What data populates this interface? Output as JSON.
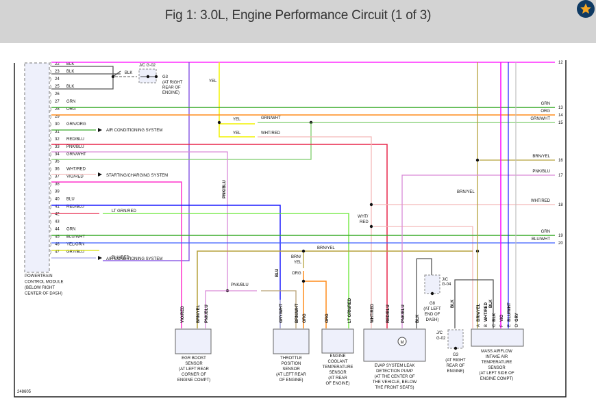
{
  "header": {
    "title": "Fig 1: 3.0L, Engine Performance Circuit (1 of 3)",
    "favorite_icon": "star-icon"
  },
  "diagram": {
    "figure_id": "248605",
    "pcm": {
      "label_lines": [
        "POWERTRAIN",
        "CONTROL MODULE",
        "(BELOW RIGHT",
        "CENTER OF DASH)"
      ],
      "pins": [
        {
          "pin": "22",
          "wire": "BLK"
        },
        {
          "pin": "23",
          "wire": "BLK"
        },
        {
          "pin": "24",
          "wire": ""
        },
        {
          "pin": "25",
          "wire": "BLK"
        },
        {
          "pin": "26",
          "wire": ""
        },
        {
          "pin": "27",
          "wire": "GRN"
        },
        {
          "pin": "28",
          "wire": "ORG"
        },
        {
          "pin": "29",
          "wire": ""
        },
        {
          "pin": "30",
          "wire": "GRN/ORG"
        },
        {
          "pin": "31",
          "wire": ""
        },
        {
          "pin": "32",
          "wire": "RED/BLU"
        },
        {
          "pin": "33",
          "wire": "PNK/BLU"
        },
        {
          "pin": "34",
          "wire": "GRN/WHT"
        },
        {
          "pin": "35",
          "wire": ""
        },
        {
          "pin": "36",
          "wire": "WHT/RED"
        },
        {
          "pin": "37",
          "wire": "VIO/RED"
        },
        {
          "pin": "38",
          "wire": ""
        },
        {
          "pin": "39",
          "wire": ""
        },
        {
          "pin": "40",
          "wire": "BLU"
        },
        {
          "pin": "41",
          "wire": "RED/BLU"
        },
        {
          "pin": "42",
          "wire": ""
        },
        {
          "pin": "43",
          "wire": ""
        },
        {
          "pin": "44",
          "wire": "GRN"
        },
        {
          "pin": "45",
          "wire": "BLU/WHT"
        },
        {
          "pin": "46",
          "wire": "YEL/GRN"
        },
        {
          "pin": "47",
          "wire": "GRY/BLU"
        }
      ]
    },
    "system_refs": {
      "ac1": "AIR CONDITIONING SYSTEM",
      "starting": "STARTING/CHARGING SYSTEM",
      "ac2": "AIR CONDITIONING SYSTEM"
    },
    "wire_labels": {
      "ltgrnred": "LT GRN/RED",
      "blured": "BLU/RED",
      "yel_top": "YEL",
      "yel1": "YEL",
      "yel2": "YEL",
      "grnwht_mid": "GRN/WHT",
      "whtred_mid": "WHT/RED",
      "blk_ground": "BLK",
      "pnkblu_vert": "PNK/BLU",
      "pnkblu_low": "PNK/BLU",
      "blu_vert": "BLU",
      "brnyel_h": "BRN/YEL",
      "brn": "BRN/",
      "yel_sub": "YEL",
      "org_sub": "ORG",
      "wht": "WHT/",
      "red": "RED",
      "brnyel_v": "BRN/YEL",
      "blk_g04": "BLK",
      "blk_maf": "BLK"
    },
    "right_connectors": [
      {
        "pin": "12",
        "wire": ""
      },
      {
        "pin": "13",
        "wire": "GRN"
      },
      {
        "pin": "14",
        "wire": "ORG"
      },
      {
        "pin": "15",
        "wire": "GRN/WHT"
      },
      {
        "pin": "16",
        "wire": "BRN/YEL"
      },
      {
        "pin": "17",
        "wire": "PNK/BLU"
      },
      {
        "pin": "18",
        "wire": "WHT/RED"
      },
      {
        "pin": "19",
        "wire": "GRN"
      },
      {
        "pin": "20",
        "wire": "BLU/WHT"
      }
    ],
    "grounds": {
      "g02_top": {
        "jc": "J/C G-02",
        "ground": "G3",
        "lines": [
          "(AT RIGHT",
          "REAR OF",
          "ENGINE)"
        ]
      },
      "g04": {
        "jc": [
          "J/C",
          "G-04"
        ],
        "ground": "G8",
        "lines": [
          "(AT LEFT",
          "END OF",
          "DASH)"
        ]
      },
      "g02_low": {
        "jc": [
          "J/C",
          "G-02"
        ],
        "ground": "G3",
        "lines": [
          "(AT RIGHT",
          "REAR OF",
          "ENGINE)"
        ]
      }
    },
    "components": {
      "egr": {
        "pins": [
          "VIO/RED",
          "BRN/YEL",
          "PNK/BLU"
        ],
        "lines": [
          "EGR BOOST",
          "SENSOR",
          "(AT LEFT REAR",
          "CORNER OF",
          "ENGINE COMPT)"
        ]
      },
      "tps": {
        "pins": [
          "GRY/WHT",
          "BRN/WHT",
          "ORG"
        ],
        "lines": [
          "THROTTLE",
          "POSITION",
          "SENSOR",
          "(AT LEFT REAR",
          "OF ENGINE)"
        ]
      },
      "ect": {
        "pins": [
          "ORG",
          "LT GRN/RED"
        ],
        "lines": [
          "ENGINE",
          "COOLANT",
          "TEMPERATURE",
          "SENSOR",
          "(AT REAR",
          "OF ENGINE)"
        ]
      },
      "evap": {
        "pins": [
          "WHT/RED",
          "RED/BLU",
          "PNK/BLU",
          "BLK"
        ],
        "motor": "M",
        "lines": [
          "EVAP SYSTEM LEAK",
          "DETECTION PUMP",
          "(AT THE CENTER OF",
          "THE VEHICLE, BELOW",
          "THE FRONT SEATS)"
        ]
      },
      "maf": {
        "pins": [
          {
            "letter": "A",
            "wire": "BRN/YEL"
          },
          {
            "letter": "B",
            "wire": "WHT/RED"
          },
          {
            "letter": "C",
            "wire": "BLK"
          },
          {
            "letter": "F",
            "wire": "VIO"
          },
          {
            "letter": "E",
            "wire": "BLU/WHT"
          },
          {
            "letter": "D",
            "wire": "GRY"
          }
        ],
        "lines": [
          "MASS AIRFLOW",
          "INTAKE AIR",
          "TEMPERATURE",
          "SENSOR",
          "(AT LEFT SIDE OF",
          "ENGINE COMPT)"
        ]
      }
    },
    "colors": {
      "header_bg": "#d3d3d3",
      "star_bg": "#0f3a63",
      "star_fill": "#f5a623",
      "grn": "#3aab2a",
      "org": "#ff8c1a",
      "grnwht": "#7ccc6a",
      "redblu": "#e8264a",
      "pnkblu": "#d98ad8",
      "whtred": "#f4b9b9",
      "viored": "#ff33cc",
      "blu": "#1a1aff",
      "ltgrnred": "#66e633",
      "bluwht": "#3a5cff",
      "yelgrn": "#d8e000",
      "gryblu": "#a6a6e6",
      "yel": "#f2f200",
      "brnyel": "#b5a03a",
      "blk": "#555555",
      "vio": "#ff00ff",
      "gry": "#c0c0c0",
      "purple": "#7a44e0",
      "brnwht": "#b8a074",
      "grywht": "#c8c8c8"
    }
  }
}
